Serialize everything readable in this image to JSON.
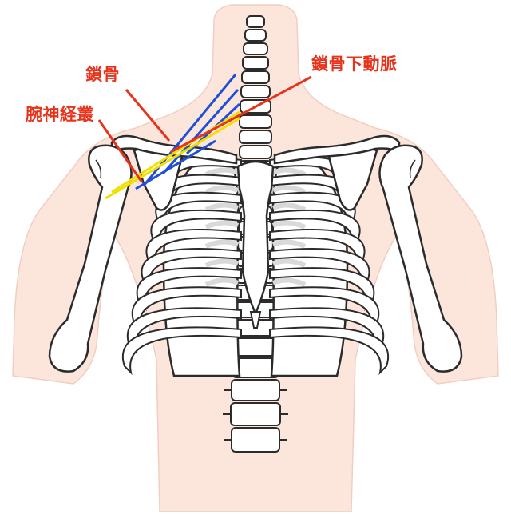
{
  "labels": {
    "clavicle": "鎖骨",
    "subclavian_artery": "鎖骨下動脈",
    "brachial_plexus": "腕神経叢"
  },
  "colors": {
    "background": "#ffffff",
    "skin": "#fce6dc",
    "skin_outline": "#f0cfc2",
    "bone": "#ffffff",
    "bone_shade": "#d9d9d9",
    "outline": "#2b2b2b",
    "label_text": "#e8331c",
    "artery_line": "#e8331c",
    "nerve_blue": "#1f4fd6",
    "nerve_yellow": "#f0e000"
  },
  "icons": {
    "figure": "human-upper-body-skeleton-front-view"
  }
}
